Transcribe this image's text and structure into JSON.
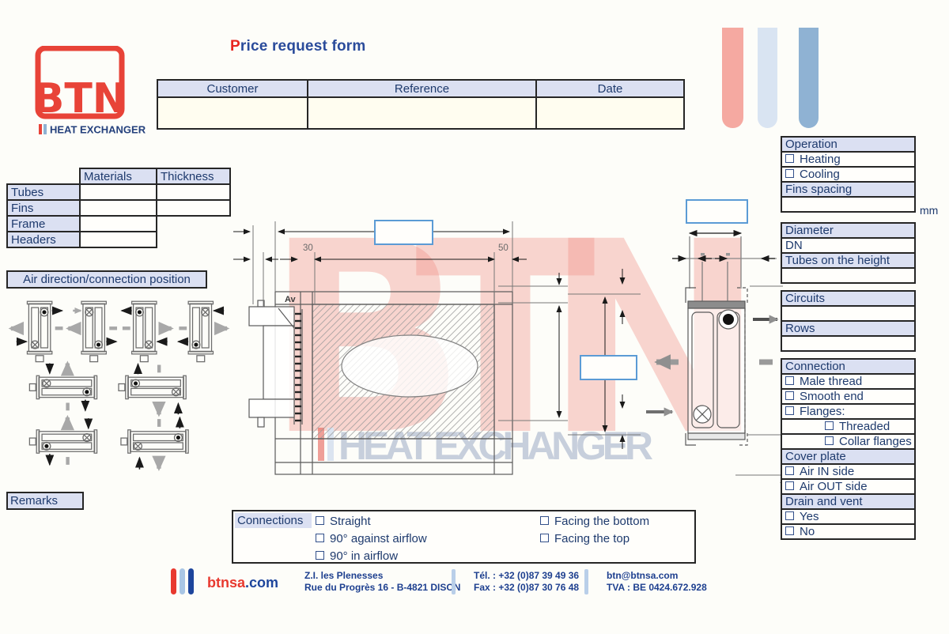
{
  "colors": {
    "accent_red": "#e8251f",
    "navy": "#1e3a6d",
    "lavender": "#dbe0f2",
    "input_border_blue": "#5b9bd5",
    "bar_pink": "#f5a9a1",
    "bar_lightblue": "#d9e4f2",
    "bar_steelblue": "#8fb2d3"
  },
  "logo": {
    "text": "BTN",
    "tagline": "HEAT EXCHANGER"
  },
  "title": {
    "accent": "P",
    "rest": "rice request form"
  },
  "header_table": {
    "customer": "Customer",
    "reference": "Reference",
    "date": "Date"
  },
  "materials_table": {
    "materials_col": "Materials",
    "thickness_col": "Thickness",
    "tubes": "Tubes",
    "fins": "Fins",
    "frame": "Frame",
    "headers": "Headers"
  },
  "air_direction": {
    "title": "Air direction/connection position"
  },
  "remarks_label": "Remarks",
  "drawing": {
    "av_label": "Av",
    "dim_30": "30",
    "dim_50": "50",
    "watermark_main": "BTN",
    "watermark_sub": "HEAT EXCHANGER"
  },
  "right_panel": {
    "operation_header": "Operation",
    "heating": "Heating",
    "cooling": "Cooling",
    "fins_spacing_header": "Fins spacing",
    "fins_spacing_unit": "mm",
    "diameter_header": "Diameter",
    "dn_label": "DN",
    "tubes_height_header": "Tubes on the height",
    "circuits_header": "Circuits",
    "rows_header": "Rows",
    "connection_header": "Connection",
    "male_thread": "Male thread",
    "smooth_end": "Smooth end",
    "flanges": "Flanges:",
    "threaded": "Threaded",
    "collar_flanges": "Collar flanges",
    "cover_plate_header": "Cover plate",
    "air_in": "Air IN side",
    "air_out": "Air OUT side",
    "drain_vent_header": "Drain and vent",
    "yes": "Yes",
    "no": "No"
  },
  "connections": {
    "label": "Connections",
    "straight": "Straight",
    "against": "90° against airflow",
    "in_airflow": "90° in airflow",
    "facing_bottom": "Facing the bottom",
    "facing_top": "Facing the top"
  },
  "footer": {
    "site_red": "btnsa",
    "site_suffix": ".com",
    "address_line1": "Z.I. les Plenesses",
    "address_line2": "Rue du Progrès 16 - B-4821 DISON",
    "tel": "Tél. : +32 (0)87 39 49 36",
    "fax": "Fax : +32 (0)87 30 76 48",
    "email": "btn@btnsa.com",
    "vat": "TVA : BE 0424.672.928"
  }
}
